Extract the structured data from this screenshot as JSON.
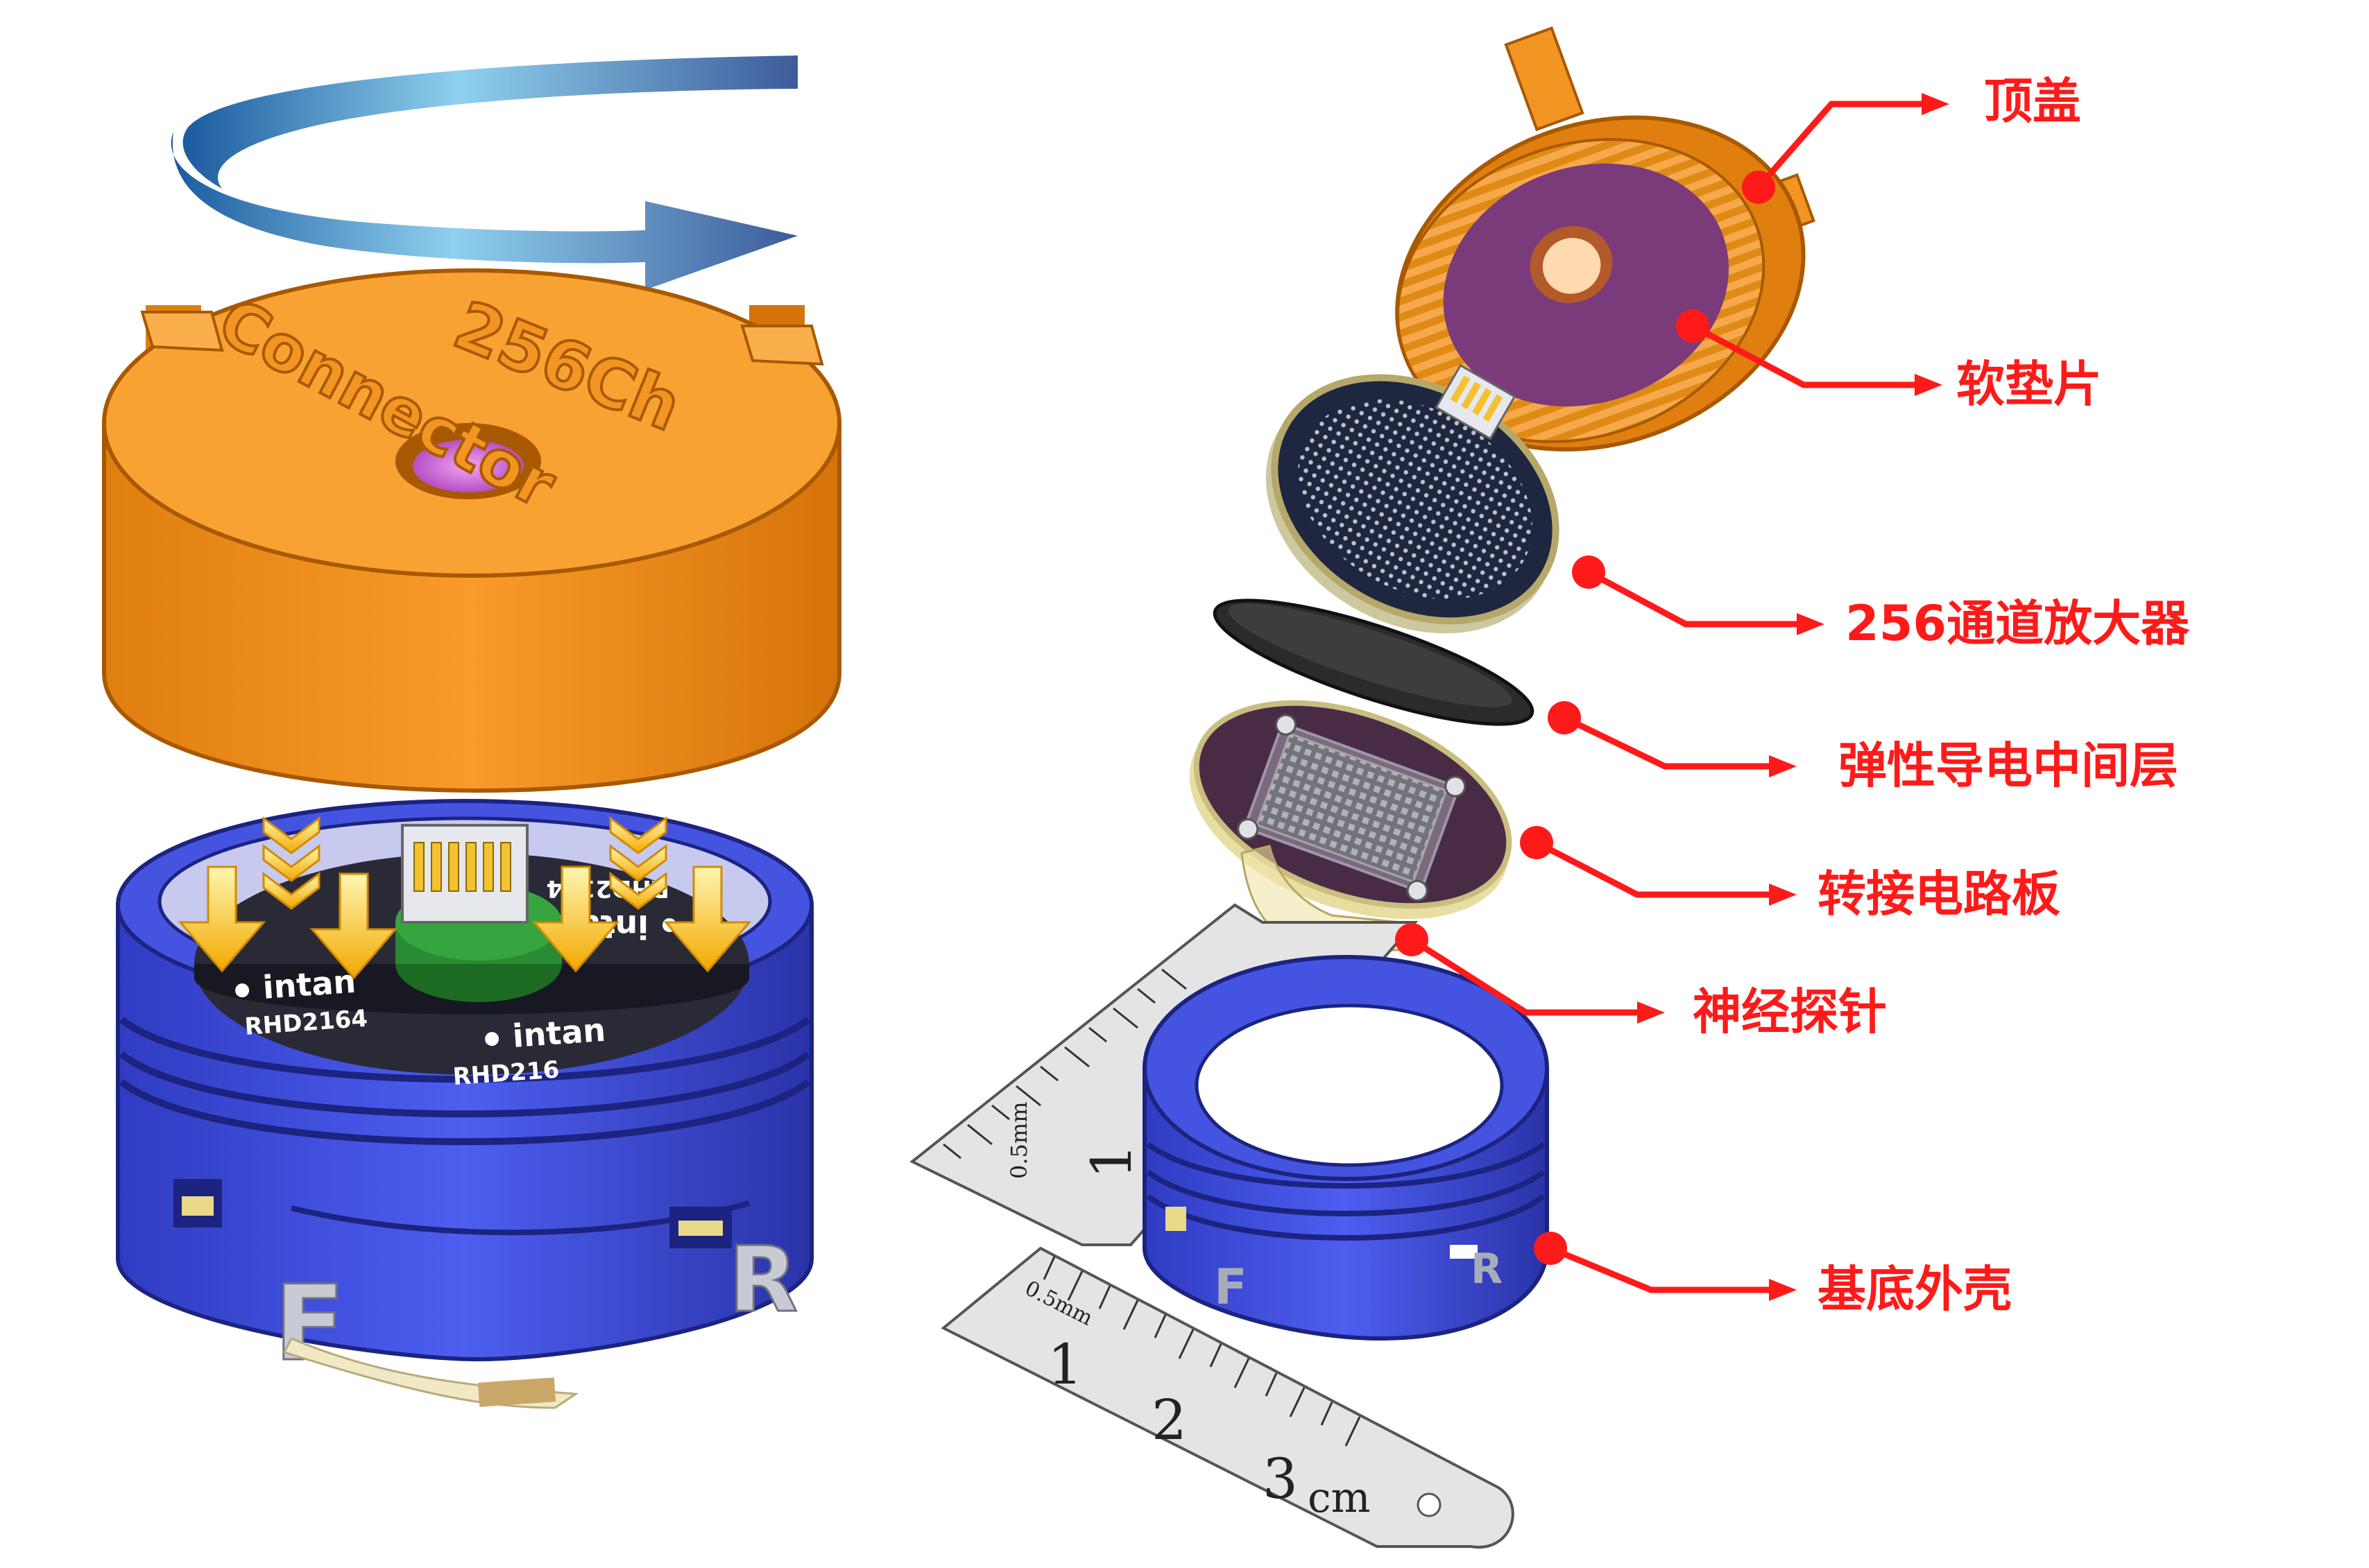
{
  "colors": {
    "orange": "#f7931e",
    "orange_dark": "#d97a0c",
    "blue": "#3f4fd6",
    "blue_dark": "#2a35a8",
    "red_callout": "#ff1a1a",
    "purple_pad": "#7b3a7a",
    "pcb_dark": "#222233"
  },
  "assembled": {
    "cap_text_line1": "256Ch",
    "cap_text_line2": "Connector",
    "chip_label_1": "intan",
    "chip_model_1": "RHD2164",
    "chip_label_2": "intan",
    "chip_model_2": "RHD2164",
    "chip_label_3": "intan",
    "chip_model_3": "RHD216",
    "side_letter_f": "F",
    "side_letter_r": "R"
  },
  "exploded": {
    "callouts": [
      {
        "name": "top-cap",
        "label": "顶盖"
      },
      {
        "name": "soft-pad",
        "label": "软垫片"
      },
      {
        "name": "amplifier",
        "label": "256通道放大器"
      },
      {
        "name": "elastic-layer",
        "label": "弹性导电中间层"
      },
      {
        "name": "adapter-board",
        "label": "转接电路板"
      },
      {
        "name": "neural-probe",
        "label": "神经探针"
      },
      {
        "name": "base-shell",
        "label": "基底外壳"
      }
    ],
    "base_letter_f": "F",
    "base_letter_r": "R"
  },
  "rulers": {
    "top": {
      "minor_label": "0.5mm",
      "major_label": "1"
    },
    "bottom": {
      "minor_label": "0.5mm",
      "n1": "1",
      "n2": "2",
      "n3": "3",
      "unit": "cm"
    }
  }
}
